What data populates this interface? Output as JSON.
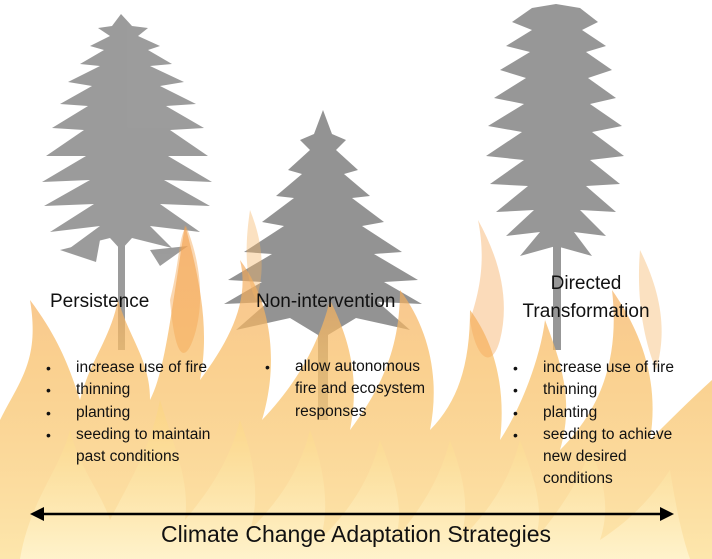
{
  "diagram": {
    "axis_label": "Climate Change Adaptation Strategies",
    "strategies": [
      {
        "heading_lines": [
          "Persistence"
        ],
        "items": [
          "increase use of fire",
          "thinning",
          "planting",
          "seeding to maintain past conditions"
        ]
      },
      {
        "heading_lines": [
          "Non-intervention"
        ],
        "items": [
          "allow autonomous fire and ecosystem responses"
        ]
      },
      {
        "heading_lines": [
          "Directed",
          "Transformation"
        ],
        "items": [
          "increase use of fire",
          "thinning",
          "planting",
          "seeding to achieve new desired conditions"
        ]
      }
    ]
  },
  "colors": {
    "tree": "#8c8c8c",
    "flame_outer": "#f6a04a",
    "flame_mid": "#f9c25a",
    "flame_inner": "#fde79a",
    "arrow": "#000000"
  },
  "icons": [
    "pine-tree-icon",
    "fir-tree-icon",
    "spruce-tree-icon",
    "flames-icon",
    "double-arrow-icon"
  ]
}
